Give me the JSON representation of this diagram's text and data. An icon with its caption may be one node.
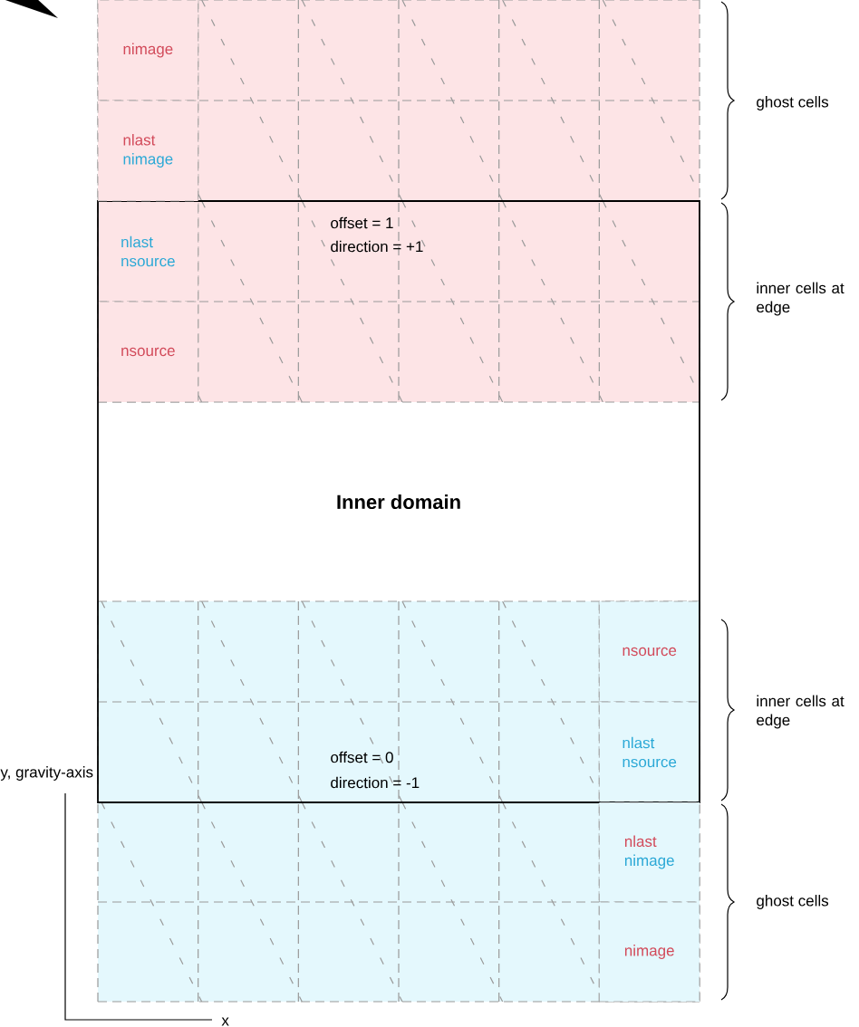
{
  "diagram": {
    "nodes": [
      {
        "text": [
          "Inner domain"
        ]
      },
      {
        "text": [
          "nimage"
        ]
      },
      {
        "text": [
          "nlast",
          "nimage"
        ]
      },
      {
        "text": [
          "nlast",
          "nsource"
        ],
        "in": 0
      },
      {
        "text": [
          "nsource"
        ],
        "in": 0
      },
      {
        "text": [
          "nsource"
        ],
        "in": 0
      },
      {
        "text": [
          "nlast",
          "nsource"
        ],
        "in": 0
      },
      {
        "text": [
          "nlast",
          "nimage"
        ]
      },
      {
        "text": [
          "nimage"
        ]
      }
    ],
    "labels": [
      "ghost cells",
      "offset = 1",
      "direction = +1",
      "inner cells at edge",
      "inner cells at edge",
      "offset = 0",
      "y, gravity-axis",
      "direction = -1",
      "ghost cells",
      "x"
    ]
  }
}
